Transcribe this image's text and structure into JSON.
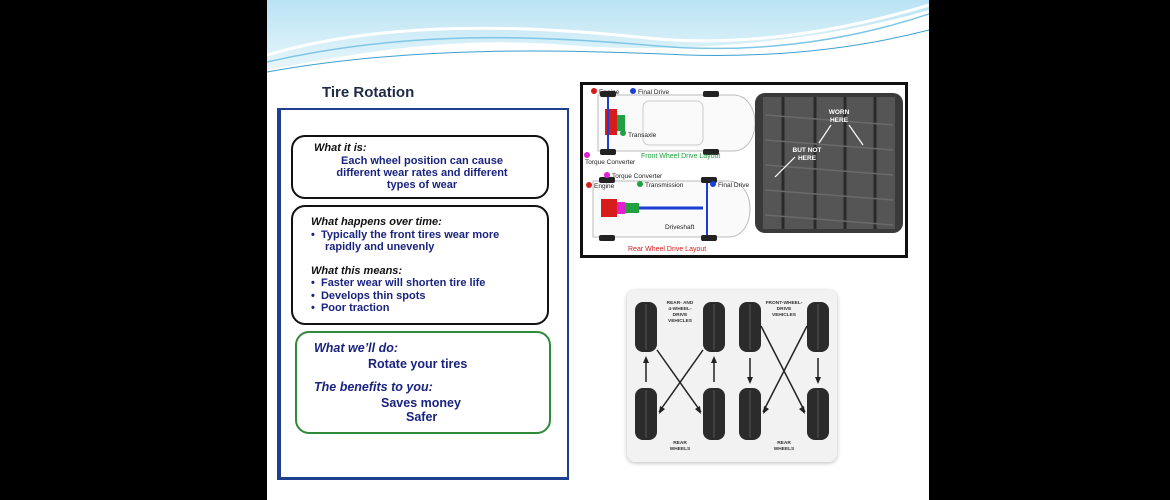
{
  "slide": {
    "title": "Tire Rotation"
  },
  "what_it_is": {
    "heading": "What it is:",
    "lines": [
      "Each wheel position can cause",
      "different wear rates and different",
      "types of wear"
    ]
  },
  "over_time": {
    "heading": "What happens over time:",
    "bullets": [
      "Typically the front tires wear more",
      "rapidly and unevenly"
    ]
  },
  "means": {
    "heading": "What this means:",
    "bullets": [
      "Faster wear will shorten tire life",
      "Develops thin spots",
      "Poor traction"
    ]
  },
  "we_do": {
    "heading": "What we’ll do:",
    "value": "Rotate your tires"
  },
  "benefits": {
    "heading": "The benefits to you:",
    "values": [
      "Saves money",
      "Safer"
    ]
  },
  "drive_diagram": {
    "fwd_labels": [
      "Engine",
      "Final Drive",
      "Transaxle",
      "Torque Converter"
    ],
    "fwd_caption": "Front Wheel Drive Layout",
    "rwd_labels": [
      "Torque Converter",
      "Engine",
      "Transmission",
      "Final Drive",
      "Driveshaft"
    ],
    "rwd_caption": "Rear Wheel Drive Layout",
    "wear_labels": [
      "WORN",
      "HERE",
      "BUT NOT",
      "HERE"
    ]
  },
  "rotation_diagram": {
    "left_top": [
      "REAR- AND",
      "4-WHEEL-",
      "DRIVE",
      "VEHICLES"
    ],
    "right_top": [
      "FRONT-WHEEL-",
      "DRIVE",
      "VEHICLES"
    ],
    "bottom": [
      "REAR",
      "WHEELS"
    ]
  },
  "colors": {
    "title": "#1f2a44",
    "body_text": "#1a237e",
    "frame": "#1f3f8f",
    "green_box": "#2f8a3a",
    "engine_red": "#d81b1b",
    "final_drive_blue": "#1a3fd8",
    "torque_magenta": "#e020d0",
    "transaxle_green": "#20a040"
  }
}
